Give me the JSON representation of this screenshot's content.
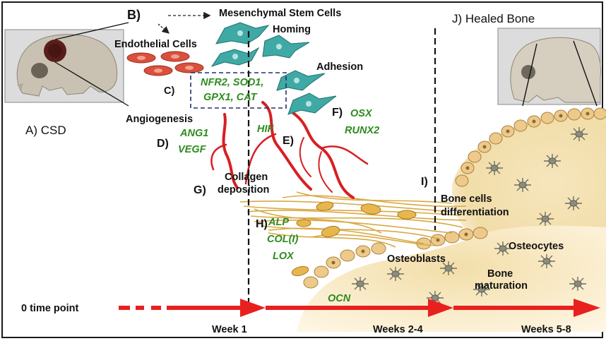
{
  "labels": {
    "csd": "A) CSD",
    "b": "B)",
    "msc": "Mesenchymal Stem Cells",
    "homing": "Homing",
    "endothelial": "Endothelial Cells",
    "adhesion": "Adhesion",
    "c": "C)",
    "angiogenesis": "Angiogenesis",
    "d": "D)",
    "e": "E)",
    "f": "F)",
    "g": "G)",
    "collagen1": "Collagen",
    "collagen2": "deposition",
    "h": "H)",
    "i": "I)",
    "bone_cells1": "Bone cells",
    "bone_cells2": "differentiation",
    "osteoblasts": "Osteoblasts",
    "osteocytes": "Osteocytes",
    "bone_mat1": "Bone",
    "bone_mat2": "maturation",
    "healed": "J) Healed  Bone"
  },
  "genes": {
    "nfr2_sod1": "NFR2, SOD1,",
    "gpx1_cat": "GPX1, CAT",
    "ang1": "ANG1",
    "vegf": "VEGF",
    "hif": "HIF",
    "osx": "OSX",
    "runx2": "RUNX2",
    "alp": "ALP",
    "col1": "COL(I)",
    "lox": "LOX",
    "ocn": "OCN"
  },
  "timeline": {
    "start": "0 time point",
    "week1": "Week 1",
    "weeks2_4": "Weeks 2-4",
    "weeks5_8": "Weeks 5-8"
  },
  "colors": {
    "gene_text": "#2e8b1f",
    "arrow": "#e8211f",
    "msc_cell": "#3fa9a5",
    "endothelial_cell": "#d9503c",
    "vessel": "#d71f22",
    "collagen": "#d9a93a",
    "bone_matrix": "#f2dfae"
  }
}
